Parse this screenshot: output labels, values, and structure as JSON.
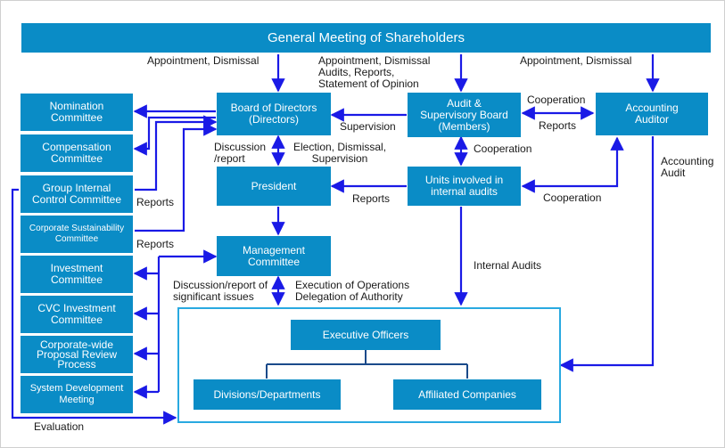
{
  "title": "General Meeting of Shareholders",
  "boxes": {
    "board": "Board of Directors\n(Directors)",
    "audit_board": "Audit &\nSupervisory Board\n(Members)",
    "accounting_auditor": "Accounting\nAuditor",
    "president": "President",
    "internal_audit_units": "Units involved in\ninternal audits",
    "management_committee": "Management\nCommittee",
    "executive_officers": "Executive Officers",
    "divisions": "Divisions/Departments",
    "affiliated": "Affiliated Companies"
  },
  "committees": [
    "Nomination\nCommittee",
    "Compensation\nCommittee",
    "Group Internal\nControl Committee",
    "Corporate Sustainability\nCommittee",
    "Investment\nCommittee",
    "CVC Investment\nCommittee",
    "Corporate-wide\nProposal Review\nProcess",
    "System Development\nMeeting"
  ],
  "labels": {
    "appointment_left": "Appointment, Dismissal",
    "appointment_mid": "Appointment, Dismissal\nAudits, Reports,\nStatement of Opinion",
    "appointment_right": "Appointment, Dismissal",
    "cooperation_top": "Cooperation",
    "reports_right": "Reports",
    "supervision": "Supervision",
    "discussion_report": "Discussion\n/report",
    "election": "Election, Dismissal,\nSupervision",
    "cooperation_mid": "Cooperation",
    "accounting_audit": "Accounting\nAudit",
    "reports_gic": "Reports",
    "reports_csc": "Reports",
    "reports_units": "Reports",
    "cooperation_units": "Cooperation",
    "internal_audits": "Internal Audits",
    "discussion_significant": "Discussion/report of\nsignificant issues",
    "execution": "Execution of Operations\nDelegation of Authority",
    "evaluation": "Evaluation"
  },
  "colors": {
    "box": "#0a8cc6",
    "arrow": "#1a1ae6",
    "frame": "#29a9e0"
  }
}
